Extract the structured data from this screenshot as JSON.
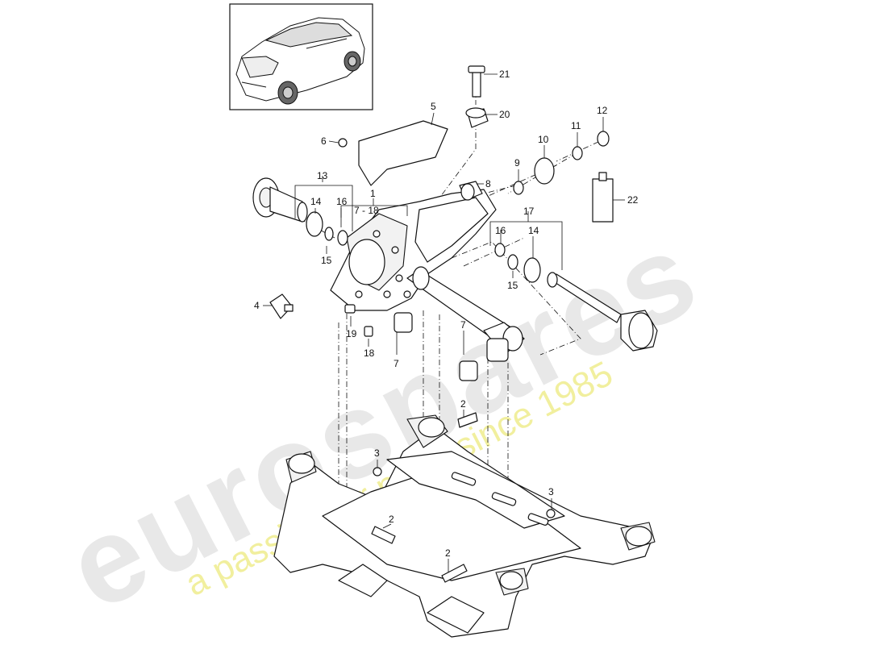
{
  "watermark": {
    "brand": "eurospares",
    "tagline": "a passion for parts since 1985",
    "brand_color": "#e6e6e6",
    "tagline_color": "#f0ee9a"
  },
  "thumbnail": {
    "subject": "vehicle-illustration"
  },
  "callouts": {
    "c1": "1",
    "c1_range": "7 - 18",
    "c2a": "2",
    "c2b": "2",
    "c2c": "2",
    "c3a": "3",
    "c3b": "3",
    "c4": "4",
    "c5": "5",
    "c6": "6",
    "c7a": "7",
    "c7b": "7",
    "c8": "8",
    "c9": "9",
    "c10": "10",
    "c11": "11",
    "c12": "12",
    "c13": "13",
    "c14a": "14",
    "c14b": "14",
    "c15a": "15",
    "c15b": "15",
    "c16a": "16",
    "c16b": "16",
    "c17": "17",
    "c18": "18",
    "c19": "19",
    "c20": "20",
    "c21": "21",
    "c22": "22"
  }
}
